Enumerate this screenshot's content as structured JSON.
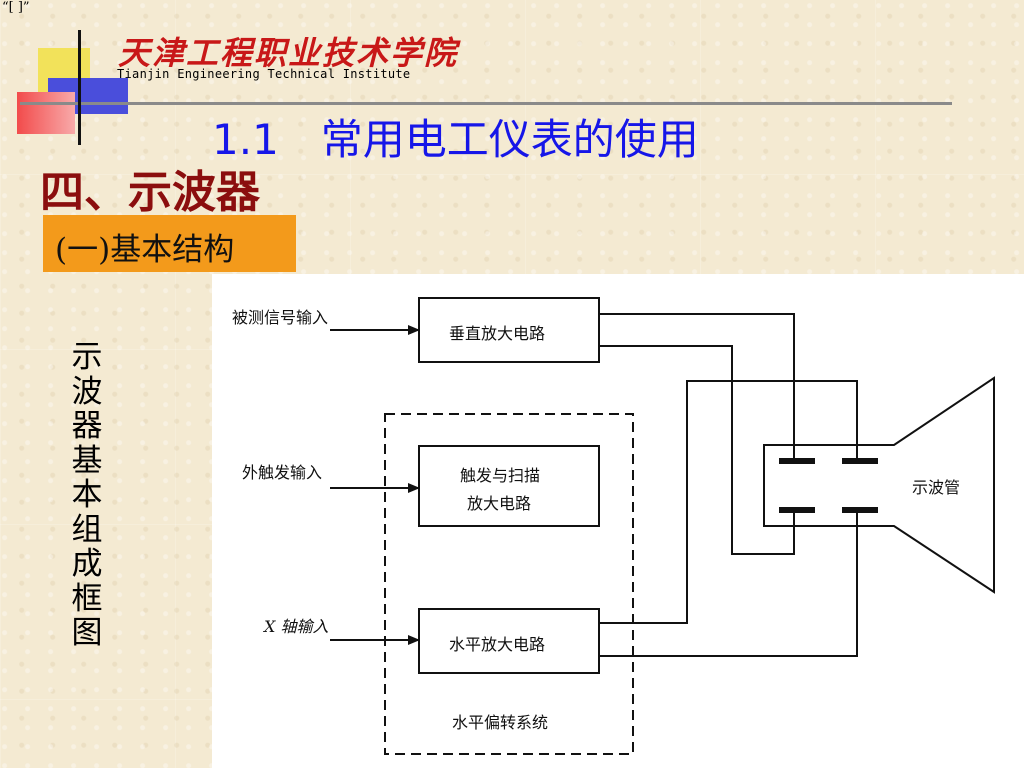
{
  "corner_mark": "“[ ]”",
  "header": {
    "logo_cn": "天津工程职业技术学院",
    "logo_en": "Tianjin Engineering Technical Institute"
  },
  "title": "1.1　常用电工仪表的使用",
  "section_heading": "四、示波器",
  "subsection": "(一)基本结构",
  "vertical_caption": [
    "示",
    "波",
    "器",
    "基",
    "本",
    "组",
    "成",
    "框",
    "图"
  ],
  "diagram": {
    "input_signal": "被测信号输入",
    "vertical_amp": "垂直放大电路",
    "ext_trigger_input": "外触发输入",
    "trigger_sweep_line1": "触发与扫描",
    "trigger_sweep_line2": "放大电路",
    "x_axis_input": "X 轴输入",
    "horizontal_amp": "水平放大电路",
    "horizontal_system": "水平偏转系统",
    "crt": "示波管"
  }
}
